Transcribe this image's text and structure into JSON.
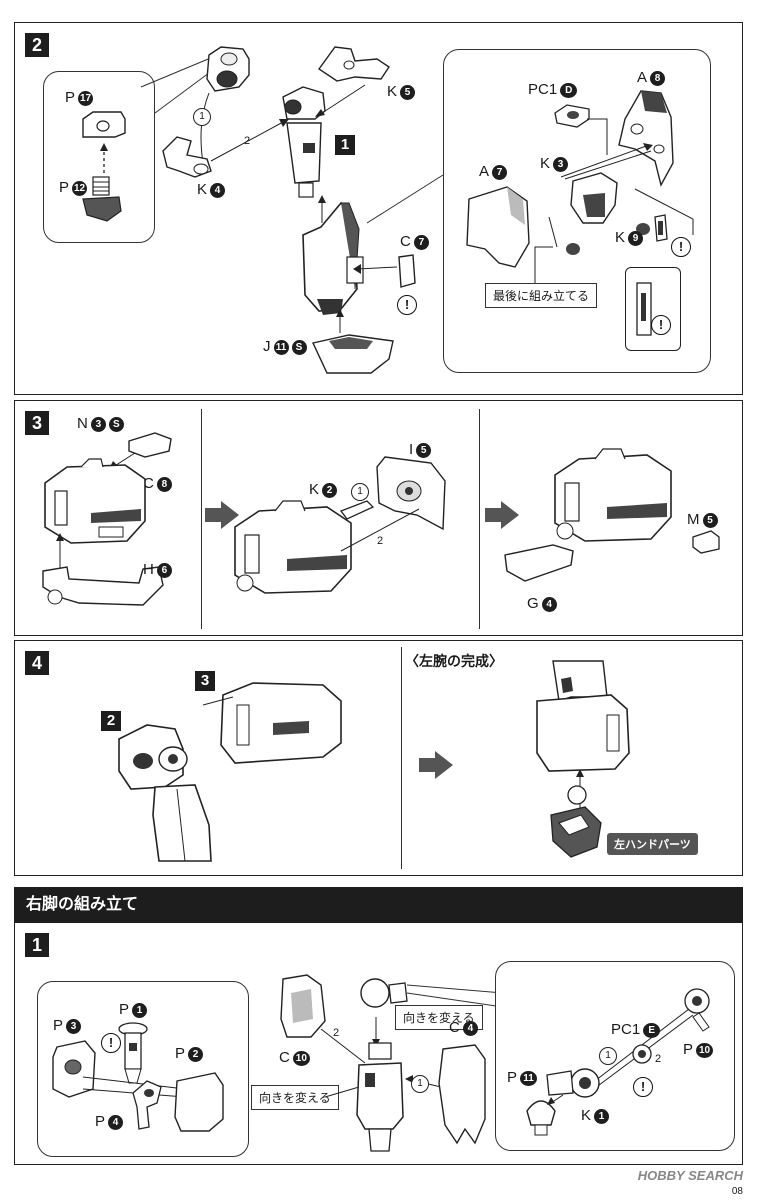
{
  "step2": {
    "number": "2",
    "sub_step": "1",
    "labels": {
      "p17": {
        "letter": "P",
        "num": "17"
      },
      "p12": {
        "letter": "P",
        "num": "12"
      },
      "k4": {
        "letter": "K",
        "num": "4"
      },
      "k5": {
        "letter": "K",
        "num": "5"
      },
      "c7": {
        "letter": "C",
        "num": "7"
      },
      "j11": {
        "letter": "J",
        "num": "11"
      },
      "a7": {
        "letter": "A",
        "num": "7"
      },
      "a8": {
        "letter": "A",
        "num": "8"
      },
      "pc1d": {
        "letter": "PC1",
        "num": "D"
      },
      "k3": {
        "letter": "K",
        "num": "3"
      },
      "k9": {
        "letter": "K",
        "num": "9"
      }
    },
    "order": [
      "1",
      "2"
    ],
    "callout": "最後に組み立てる",
    "warning": "!"
  },
  "step3": {
    "number": "3",
    "labels": {
      "n3": {
        "letter": "N",
        "num": "3"
      },
      "c8": {
        "letter": "C",
        "num": "8"
      },
      "h6": {
        "letter": "H",
        "num": "6"
      },
      "k2": {
        "letter": "K",
        "num": "2"
      },
      "i5": {
        "letter": "I",
        "num": "5"
      },
      "m5": {
        "letter": "M",
        "num": "5"
      },
      "g4": {
        "letter": "G",
        "num": "4"
      }
    },
    "order": [
      "1",
      "2"
    ]
  },
  "step4": {
    "number": "4",
    "ref2": "2",
    "ref3": "3",
    "complete_title": "〈左腕の完成〉",
    "hand_label": "左ハンドパーツ"
  },
  "leg_section": {
    "title": "右脚の組み立て",
    "step_number": "1",
    "labels": {
      "p1": {
        "letter": "P",
        "num": "1"
      },
      "p3": {
        "letter": "P",
        "num": "3"
      },
      "p2": {
        "letter": "P",
        "num": "2"
      },
      "p4": {
        "letter": "P",
        "num": "4"
      },
      "c10": {
        "letter": "C",
        "num": "10"
      },
      "c4": {
        "letter": "C",
        "num": "4"
      },
      "pc1e": {
        "letter": "PC1",
        "num": "E"
      },
      "p10": {
        "letter": "P",
        "num": "10"
      },
      "p11": {
        "letter": "P",
        "num": "11"
      },
      "k1": {
        "letter": "K",
        "num": "1"
      }
    },
    "callout_rotate_a": "向きを変える",
    "callout_rotate_b": "向きを変える",
    "order": [
      "1",
      "2"
    ]
  },
  "footer": {
    "brand": "HOBBY SEARCH",
    "page": "08"
  }
}
